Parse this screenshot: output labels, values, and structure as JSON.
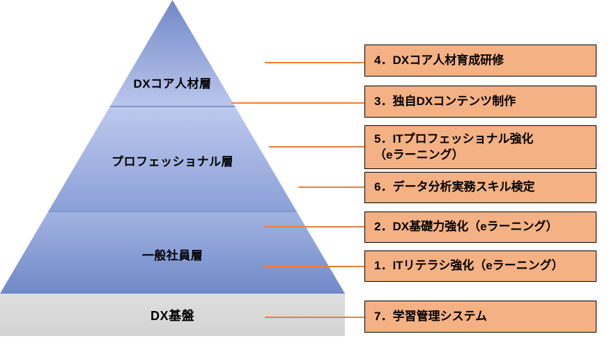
{
  "diagram": {
    "pyramid": {
      "layers": [
        {
          "label": "DXコア人材層"
        },
        {
          "label": "プロフェッショナル層"
        },
        {
          "label": "一般社員層"
        }
      ],
      "base": {
        "label": "DX基盤"
      }
    },
    "items": [
      {
        "label": "4．DXコア人材育成研修"
      },
      {
        "label": "3．独自DXコンテンツ制作"
      },
      {
        "label": "5．ITプロフェッショナル強化\n（eラーニング）"
      },
      {
        "label": "6．データ分析実務スキル検定"
      },
      {
        "label": "2．DX基礎力強化（eラーニング）"
      },
      {
        "label": "1．ITリテラシ強化（eラーニング）"
      },
      {
        "label": "7．学習管理システム"
      }
    ],
    "colors": {
      "box_fill": "#f4b183",
      "box_border": "#000000",
      "connector": "#ed7d31",
      "pyramid_top": "#7288c7",
      "pyramid_light": "#bdc9ee",
      "pyramid_bottom": "#7089c8",
      "base_gray": "#d9d9d9"
    }
  }
}
